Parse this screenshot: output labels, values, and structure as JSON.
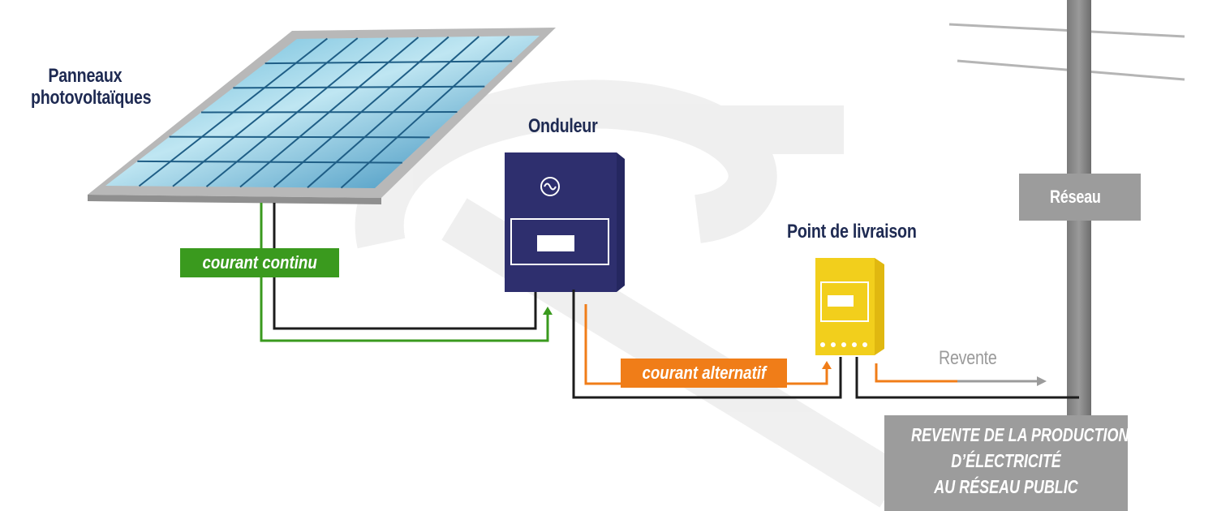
{
  "labels": {
    "panels": [
      "Panneaux",
      "photovoltaïques"
    ],
    "inverter": "Onduleur",
    "delivery_point": "Point de livraison",
    "grid": "Réseau",
    "resale": "Revente"
  },
  "tags": {
    "dc_current": "courant continu",
    "ac_current": "courant alternatif"
  },
  "footer": {
    "lines": [
      "REVENTE DE LA PRODUCTION",
      "D’ÉLECTRICITÉ",
      "AU RÉSEAU PUBLIC"
    ]
  },
  "icons": {
    "inverter_symbol": "sine-wave-icon",
    "flow_arrow": "arrow-up-icon"
  },
  "colors": {
    "dc": "#3a9a1e",
    "ac": "#f07d18",
    "cable": "#1c1c1c",
    "inverter": "#2e2f6e",
    "meter": "#f2cf1c",
    "grid": "#9b9b9b",
    "title": "#1e2a52"
  }
}
